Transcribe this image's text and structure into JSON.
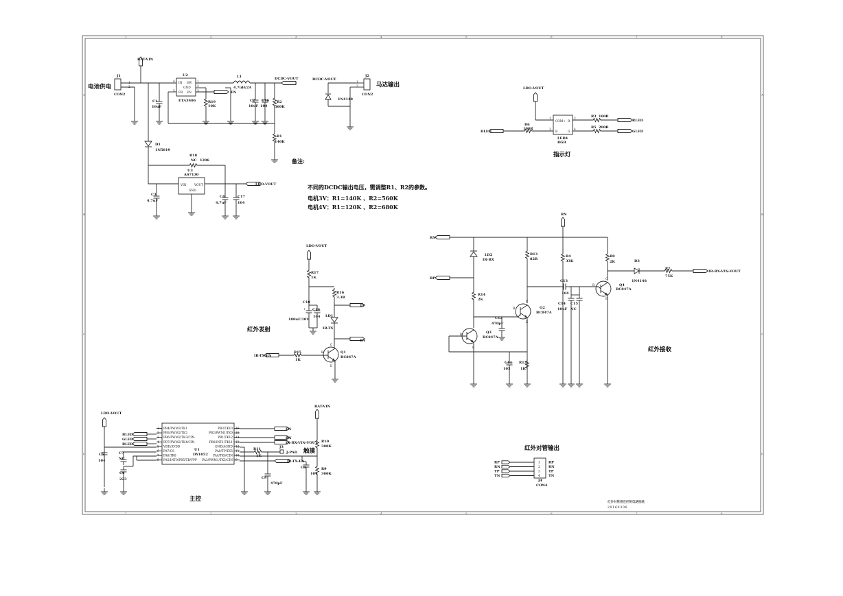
{
  "sheet": {
    "frame_row_labels": [
      "A",
      "B",
      "C",
      "D"
    ],
    "frame_col_labels": [
      "1",
      "2",
      "3",
      "4",
      "5",
      "6",
      "7",
      "8"
    ],
    "title_block": {
      "line1": "红外对管感应控制电路图纸",
      "line2": "20160306"
    }
  },
  "power": {
    "battery_label": "电池供电",
    "motor_label": "马达输出",
    "net_bat_vin": "BAT-VIN",
    "net_dcdc_vout": "DCDC-VOUT",
    "net_ldo_vout": "LDO-VOUT",
    "net_en": "EN",
    "j1": {
      "ref": "J1",
      "value": "CON2"
    },
    "j2": {
      "ref": "J2",
      "value": "CON2"
    },
    "u2": {
      "ref": "U2",
      "value": "ETA3406",
      "pins": {
        "in": "IN",
        "sw": "SW",
        "gnd": "GND",
        "en": "EN",
        "fb": "FB"
      }
    },
    "l1": {
      "ref": "L1",
      "value": "4.7uH/2A"
    },
    "c1": {
      "ref": "C1",
      "value": "10uF"
    },
    "r19": {
      "ref": "R19",
      "value": "10K"
    },
    "c2": {
      "ref": "C2",
      "value": "10uF"
    },
    "c16": {
      "ref": "C16",
      "value": "104"
    },
    "r2": {
      "ref": "R2",
      "value": "560K"
    },
    "r1": {
      "ref": "R1",
      "value": "140K"
    },
    "d1": {
      "ref": "D1",
      "value": "1N5819"
    },
    "d_motor": {
      "value": "1N4148"
    },
    "r18": {
      "ref": "R18",
      "nc": "NC",
      "value": "1206"
    },
    "u3": {
      "ref": "U3",
      "value": "AS7130",
      "pins": {
        "vin": "VIN",
        "vout": "VOUT",
        "gnd": "GND"
      }
    },
    "c3": {
      "ref": "C3",
      "value": "4.7uF"
    },
    "c4": {
      "ref": "C4",
      "value": "4.7uF"
    },
    "c17": {
      "ref": "C17",
      "value": "104"
    }
  },
  "notes": {
    "heading": "备注:",
    "line1": "不同的DCDC输出电压，需调整R1、R2的参数。",
    "line2": "电机3V：R1=140K 、R2=560K",
    "line3": "电机4V：R1=120K 、R2=680K"
  },
  "indicator": {
    "label": "指示灯",
    "net_ldo": "LDO-VOUT",
    "led": {
      "ref": "LED4",
      "value": "RGB",
      "com": "COM+",
      "r": "R",
      "g": "G",
      "b": "B"
    },
    "r6": {
      "ref": "R6",
      "value": "100R"
    },
    "r3": {
      "ref": "R3",
      "value": "100R"
    },
    "r5": {
      "ref": "R5",
      "value": "200R"
    },
    "net_bled": "BLED",
    "net_rled": "RLED",
    "net_gled": "GLED"
  },
  "ir_tx": {
    "label": "红外发射",
    "net_ldo": "LDO-VOUT",
    "r17": {
      "ref": "R17",
      "value": "1K"
    },
    "r16": {
      "ref": "R16",
      "value": "3.3R"
    },
    "c18": {
      "ref": "C18",
      "value": "100uF/10V"
    },
    "c19": {
      "ref": "C19",
      "value": "104"
    },
    "ld1": {
      "ref": "LD1",
      "value": "IR-TX"
    },
    "net_tp": "TP",
    "net_tn": "TN",
    "net_en": "IR-TX-EN",
    "r15": {
      "ref": "R15",
      "value": "1K"
    },
    "q1": {
      "ref": "Q1",
      "value": "BC847A"
    }
  },
  "ir_rx": {
    "label": "红外接收",
    "net_rn": "RN",
    "net_rp": "RP",
    "net_out": "IR-RX-VIN-VOUT",
    "ld2": {
      "ref": "LD2",
      "value": "IR-RX"
    },
    "r13": {
      "ref": "R13",
      "value": "82R"
    },
    "r4": {
      "ref": "R4",
      "value": "33K"
    },
    "r8": {
      "ref": "R8",
      "value": "2K"
    },
    "d3": {
      "ref": "D3",
      "value": "1N4148"
    },
    "r7": {
      "ref": "R7",
      "value": "75K"
    },
    "c13": {
      "ref": "C13",
      "value": "104"
    },
    "r14": {
      "ref": "R14",
      "value": "2K"
    },
    "c12": {
      "ref": "C12",
      "value": "470pF"
    },
    "q2": {
      "ref": "Q2",
      "value": "BC847A"
    },
    "q3": {
      "ref": "Q3",
      "value": "BC847A"
    },
    "q4": {
      "ref": "Q4",
      "value": "BC847A"
    },
    "c14": {
      "ref": "C14",
      "value": "10uF"
    },
    "c15": {
      "ref": "C15",
      "value": "NC"
    },
    "c11": {
      "ref": "C11",
      "value": "105"
    },
    "r12": {
      "ref": "R12",
      "value": "1K"
    }
  },
  "mcu": {
    "label": "主控",
    "touch_label": "触摸",
    "net_ldo": "LDO-VOUT",
    "net_bat": "BAT-VIN",
    "u1": {
      "ref": "U1",
      "value": "DY1052"
    },
    "left_pins": [
      {
        "num": "1",
        "name": "PB4/PWM3/TK1"
      },
      {
        "num": "2",
        "name": "PB5/PWM2/TK2"
      },
      {
        "num": "3",
        "name": "PB6/PWM2/TK3/CIN-"
      },
      {
        "num": "4",
        "name": "PB7/PWM2/TK4/CIN-"
      },
      {
        "num": "5",
        "name": "VDD/AVDD"
      },
      {
        "num": "6",
        "name": "PA7/CS"
      },
      {
        "num": "7",
        "name": "PA6/TK8"
      },
      {
        "num": "8",
        "name": "PA5/INT0/PB5/TB/VPP"
      }
    ],
    "right_pins": [
      {
        "num": "16",
        "name": "PB3/TK10"
      },
      {
        "num": "15",
        "name": "PB2/PWM1/TK9"
      },
      {
        "num": "14",
        "name": "PB1/TK12"
      },
      {
        "num": "13",
        "name": "PB0/INT1/TK11"
      },
      {
        "num": "12",
        "name": "GND/AGND"
      },
      {
        "num": "11",
        "name": "PA0/TP/TK5"
      },
      {
        "num": "10",
        "name": "PA4/TK6/CIN"
      },
      {
        "num": "9",
        "name": "PA3/PWM1/TK5/CIN"
      }
    ],
    "left_nets": [
      "BLED",
      "GLED",
      "RLED"
    ],
    "right_nets": [
      "EN",
      "RN",
      "IR-RX-VIN-VOUT",
      "IR-TX-EN"
    ],
    "c5": {
      "ref": "C5",
      "value": "104"
    },
    "c7": {
      "ref": "C7",
      "value": "NC"
    },
    "c6": {
      "ref": "C6",
      "value": "223"
    },
    "r11": {
      "ref": "R11",
      "value": "1K"
    },
    "j3": {
      "ref": "J3",
      "value": "J-PAD"
    },
    "c9": {
      "ref": "C9",
      "value": "470pF"
    },
    "r10": {
      "ref": "R10",
      "value": "300K"
    },
    "r9": {
      "ref": "R9",
      "value": "300K"
    },
    "c8": {
      "ref": "C8",
      "value": "104"
    }
  },
  "connector": {
    "label": "红外对管输出",
    "ref": "J4",
    "value": "CON4",
    "pins": [
      {
        "num": "1",
        "net": "RP"
      },
      {
        "num": "2",
        "net": "RN"
      },
      {
        "num": "3",
        "net": "TP"
      },
      {
        "num": "4",
        "net": "TN"
      }
    ]
  }
}
